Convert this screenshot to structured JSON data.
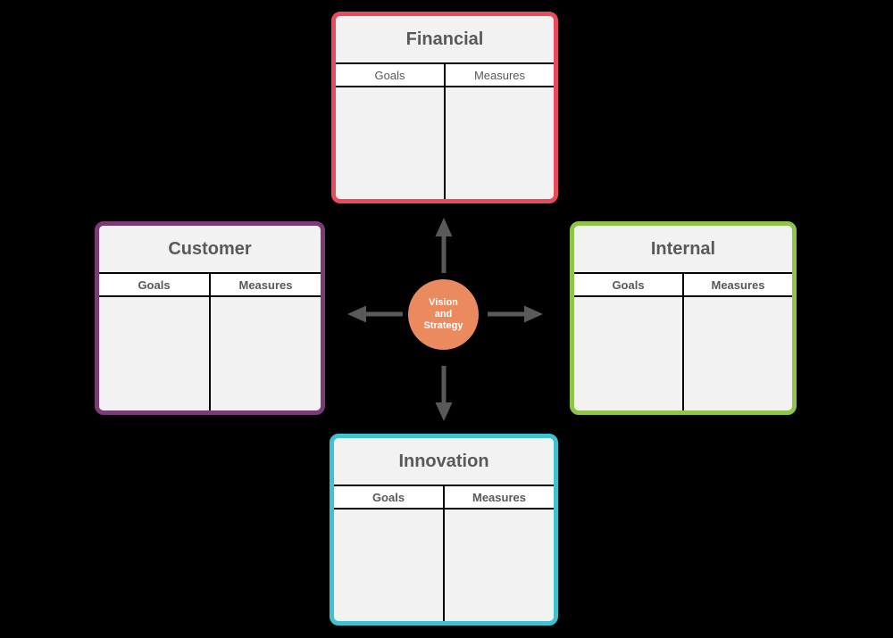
{
  "canvas": {
    "background": "#000000"
  },
  "center": {
    "label": "Vision and Strategy",
    "line1": "Vision",
    "line2": "and",
    "line3": "Strategy",
    "circle_color": "#ec8a5f",
    "text_color": "#ffffff"
  },
  "colors": {
    "arrow": "#595959",
    "panel_background": "#f2f2f2",
    "header_background": "#ffffff",
    "title_text": "#595959",
    "header_text": "#595959",
    "table_line": "#000000"
  },
  "panels": [
    {
      "id": "financial",
      "title": "Financial",
      "border_color": "#ea4b5c",
      "columns": [
        "Goals",
        "Measures"
      ],
      "header_weight": "400"
    },
    {
      "id": "customer",
      "title": "Customer",
      "border_color": "#7c3a76",
      "columns": [
        "Goals",
        "Measures"
      ],
      "header_weight": "700"
    },
    {
      "id": "internal",
      "title": "Internal",
      "border_color": "#8ec549",
      "columns": [
        "Goals",
        "Measures"
      ],
      "header_weight": "700"
    },
    {
      "id": "innovation",
      "title": "Innovation",
      "border_color": "#3fc1d1",
      "columns": [
        "Goals",
        "Measures"
      ],
      "header_weight": "700"
    }
  ]
}
